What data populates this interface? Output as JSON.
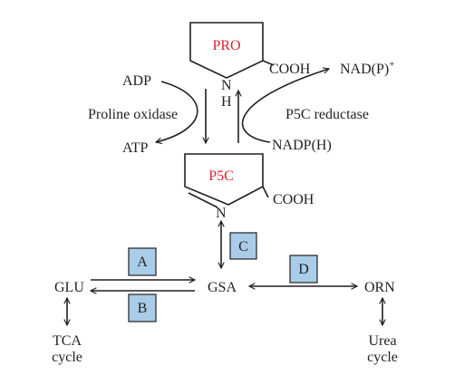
{
  "molecules": {
    "pro": "PRO",
    "p5c": "P5C",
    "nitrogen_pro": "N",
    "hydrogen_pro": "H",
    "nitrogen_p5c": "N",
    "cooh_pro": "COOH",
    "cooh_p5c": "COOH"
  },
  "cofactors": {
    "adp": "ADP",
    "atp": "ATP",
    "nadp_plus": "NAD(P)",
    "nadp_plus_sup": "+",
    "nadph": "NADP(H)"
  },
  "enzymes": {
    "proline_oxidase": "Proline oxidase",
    "p5c_reductase": "P5C reductase"
  },
  "nodes": {
    "glu": "GLU",
    "gsa": "GSA",
    "orn": "ORN",
    "tca_line1": "TCA",
    "tca_line2": "cycle",
    "urea_line1": "Urea",
    "urea_line2": "cycle"
  },
  "enzyme_boxes": {
    "a": "A",
    "b": "B",
    "c": "C",
    "d": "D"
  },
  "colors": {
    "text": "#231f20",
    "highlight": "#d7262e",
    "box_fill": "#a9cde9"
  }
}
